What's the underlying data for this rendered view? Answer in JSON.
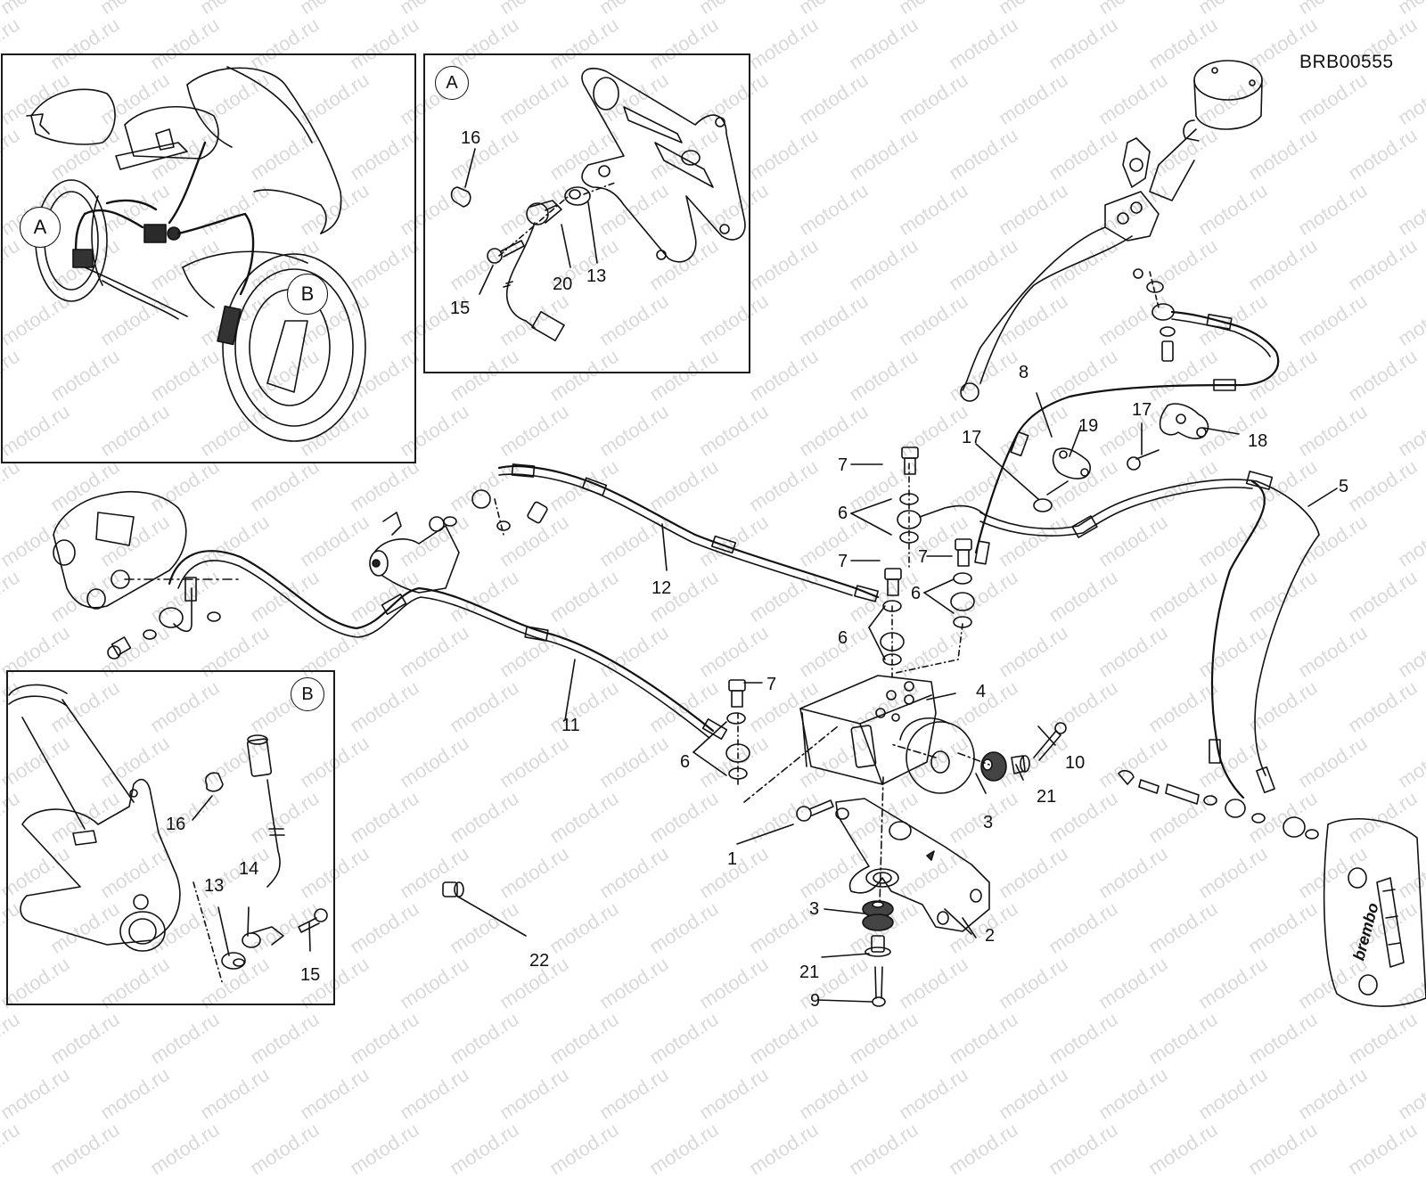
{
  "diagram": {
    "code": "BRB00555",
    "watermark": "motod.ru",
    "subject": "ABS brake system exploded parts view",
    "overview_panel": {
      "markers": [
        {
          "id": "A",
          "label": "A"
        },
        {
          "id": "B",
          "label": "B"
        }
      ]
    },
    "detail_panels": [
      {
        "id": "A",
        "label": "A",
        "callouts": [
          {
            "label": "16"
          },
          {
            "label": "15"
          },
          {
            "label": "20"
          },
          {
            "label": "13"
          }
        ]
      },
      {
        "id": "B",
        "label": "B",
        "callouts": [
          {
            "label": "16"
          },
          {
            "label": "13"
          },
          {
            "label": "14"
          },
          {
            "label": "15"
          }
        ]
      }
    ],
    "main_callouts": [
      {
        "label": "1"
      },
      {
        "label": "2"
      },
      {
        "label": "3"
      },
      {
        "label": "3"
      },
      {
        "label": "4"
      },
      {
        "label": "5"
      },
      {
        "label": "6"
      },
      {
        "label": "6"
      },
      {
        "label": "6"
      },
      {
        "label": "6"
      },
      {
        "label": "7"
      },
      {
        "label": "7"
      },
      {
        "label": "7"
      },
      {
        "label": "7"
      },
      {
        "label": "8"
      },
      {
        "label": "9"
      },
      {
        "label": "10"
      },
      {
        "label": "11"
      },
      {
        "label": "12"
      },
      {
        "label": "17"
      },
      {
        "label": "17"
      },
      {
        "label": "18"
      },
      {
        "label": "19"
      },
      {
        "label": "21"
      },
      {
        "label": "21"
      },
      {
        "label": "22"
      }
    ],
    "caliper_brand": "brembo"
  }
}
